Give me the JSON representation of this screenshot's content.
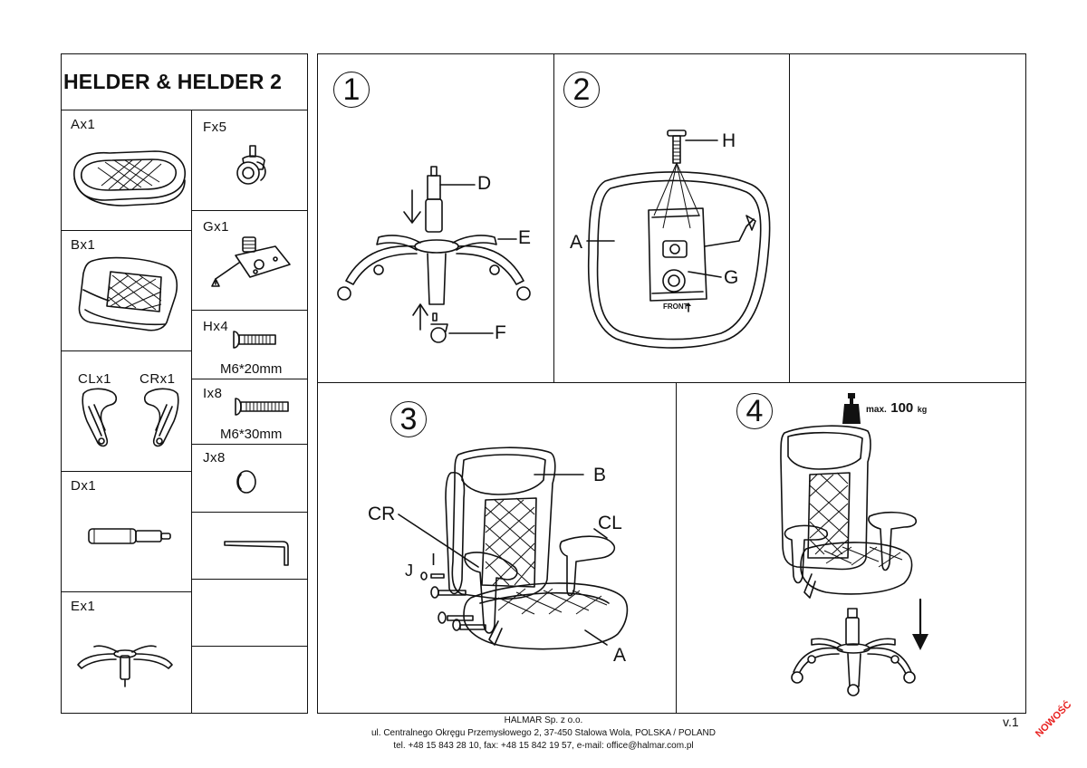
{
  "product_title": "HELDER & HELDER 2",
  "parts": {
    "A": "Ax1",
    "B": "Bx1",
    "CL": "CLx1",
    "CR": "CRx1",
    "D": "Dx1",
    "E": "Ex1",
    "F": "Fx5",
    "G": "Gx1",
    "H": "Hx4",
    "H_spec": "M6*20mm",
    "I": "Ix8",
    "I_spec": "M6*30mm",
    "J": "Jx8"
  },
  "steps": {
    "s1": "1",
    "s2": "2",
    "s3": "3",
    "s4": "4"
  },
  "callouts": {
    "D": "D",
    "E": "E",
    "F": "F",
    "H": "H",
    "A2": "A",
    "G": "G",
    "B": "B",
    "CL": "CL",
    "CR": "CR",
    "J": "J",
    "I": "I",
    "A3": "A"
  },
  "max_load": {
    "prefix": "max.",
    "value": "100",
    "unit": "kg"
  },
  "plate_marking": "FRONT",
  "footer": {
    "company": "HALMAR Sp. z o.o.",
    "address": "ul. Centralnego Okręgu Przemysłowego 2, 37-450 Stalowa Wola, POLSKA / POLAND",
    "contact": "tel. +48 15 843 28 10, fax: +48 15 842 19 57, e-mail: office@halmar.com.pl"
  },
  "version": "v.1",
  "badge": "NOWOŚĆ",
  "colors": {
    "ink": "#111111",
    "badge": "#e8201f"
  }
}
